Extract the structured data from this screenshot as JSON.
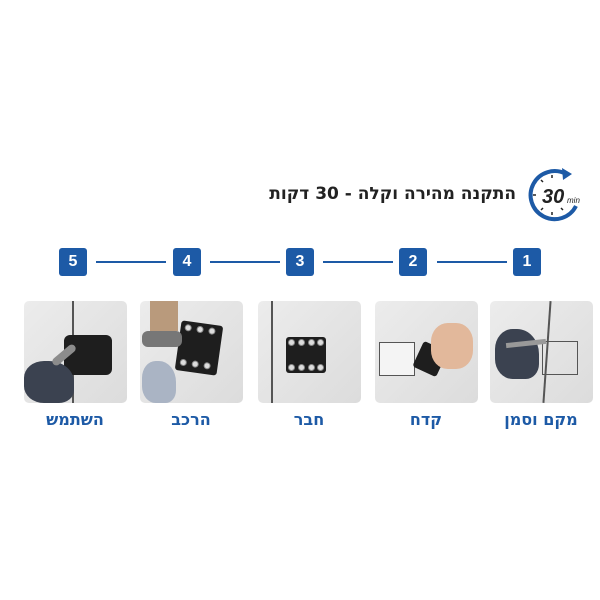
{
  "header": {
    "title": "התקנה מהירה וקלה - 30 דקות",
    "timer_icon": "stopwatch-30-min-icon",
    "timer_number": "30",
    "timer_unit": "min"
  },
  "colors": {
    "accent": "#1d5aa6",
    "text": "#222222"
  },
  "steps": [
    {
      "number": "1",
      "label": "מקם וסמן",
      "image": "marking-template-photo"
    },
    {
      "number": "2",
      "label": "קדח",
      "image": "drilling-template-photo"
    },
    {
      "number": "3",
      "label": "חבר",
      "image": "mounted-plate-photo"
    },
    {
      "number": "4",
      "label": "הרכב",
      "image": "attaching-lock-photo"
    },
    {
      "number": "5",
      "label": "השתמש",
      "image": "using-lock-photo"
    }
  ]
}
